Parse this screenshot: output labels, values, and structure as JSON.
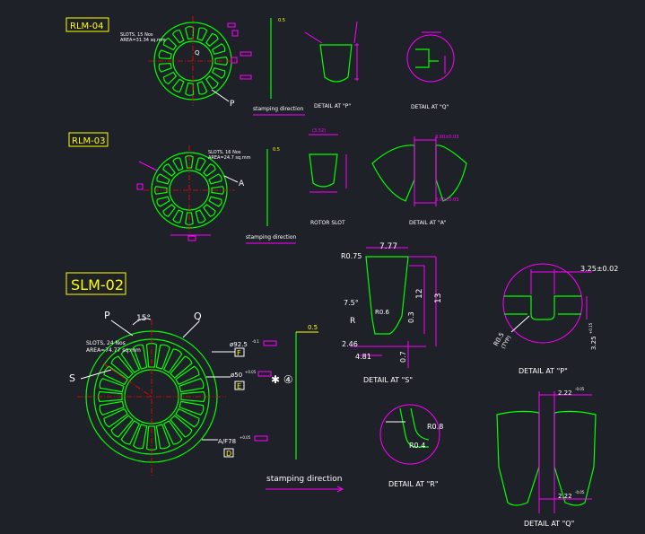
{
  "titles": {
    "rlm04": "RLM-04",
    "rlm03": "RLM-03",
    "slm02": "SLM-02"
  },
  "rlm04": {
    "slots": "SLOTS, 15 Nos",
    "area": "AREA=31.34 sq.mm",
    "label_p": "P",
    "label_q": "Q",
    "dim_top": "0.5",
    "stamping": "stamping direction",
    "detail_p": "DETAIL AT \"P\"",
    "detail_q": "DETAIL AT \"Q\""
  },
  "rlm03": {
    "slots": "SLOTS, 16 Nos",
    "area": "AREA=24.7 sq.mm",
    "label_a": "A",
    "dim_top": "0.5",
    "stamping": "stamping direction",
    "dim_w": "(3.52)",
    "rotor_slot": "ROTOR SLOT",
    "detail_a": "DETAIL AT \"A\"",
    "dim_a_top": "3.00±0.03",
    "dim_a_bot": "3.00±0.03"
  },
  "slm02": {
    "label_p": "P",
    "label_q": "Q",
    "label_s": "S",
    "angle": "15°",
    "slots": "SLOTS, 24 Nos",
    "area": "AREA=74.77 sq.mm",
    "dia_outer": "ø92.5",
    "dia_outer_tol": "-0.1",
    "box_f": "F",
    "dia_inner": "ø50",
    "dia_inner_tol": "+0.05",
    "box_e": "E",
    "star_ref": "✱ ④",
    "a_f": "A/F78",
    "a_f_tol": "+0.05",
    "box_d": "D",
    "dim_top": "0.5",
    "stamping": "stamping direction"
  },
  "detail_s": {
    "w_top": "7.77",
    "r_top": "R0.75",
    "angle": "7.5°",
    "r_mid": "R0.6",
    "label_r": "R",
    "h_inner": "12",
    "h_outer": "13",
    "dim_03": "0.3",
    "dim_246": "2.46",
    "dim_481": "4.81",
    "dim_07": "0.7",
    "caption": "DETAIL AT \"S\""
  },
  "detail_r": {
    "r_top": "R0.8",
    "r_bot": "R0.4",
    "caption": "DETAIL AT \"R\""
  },
  "detail_p_big": {
    "dim": "3.25±0.02",
    "r": "R0.5",
    "r_note": "(TYP)",
    "h": "3.25",
    "h_tol": "+0.15",
    "caption": "DETAIL AT \"P\""
  },
  "detail_q_big": {
    "dim_top": "2.22",
    "dim_top_tol": "-0.05",
    "dim_bot": "2.22",
    "dim_bot_tol": "-0.05",
    "caption": "DETAIL AT \"Q\""
  }
}
